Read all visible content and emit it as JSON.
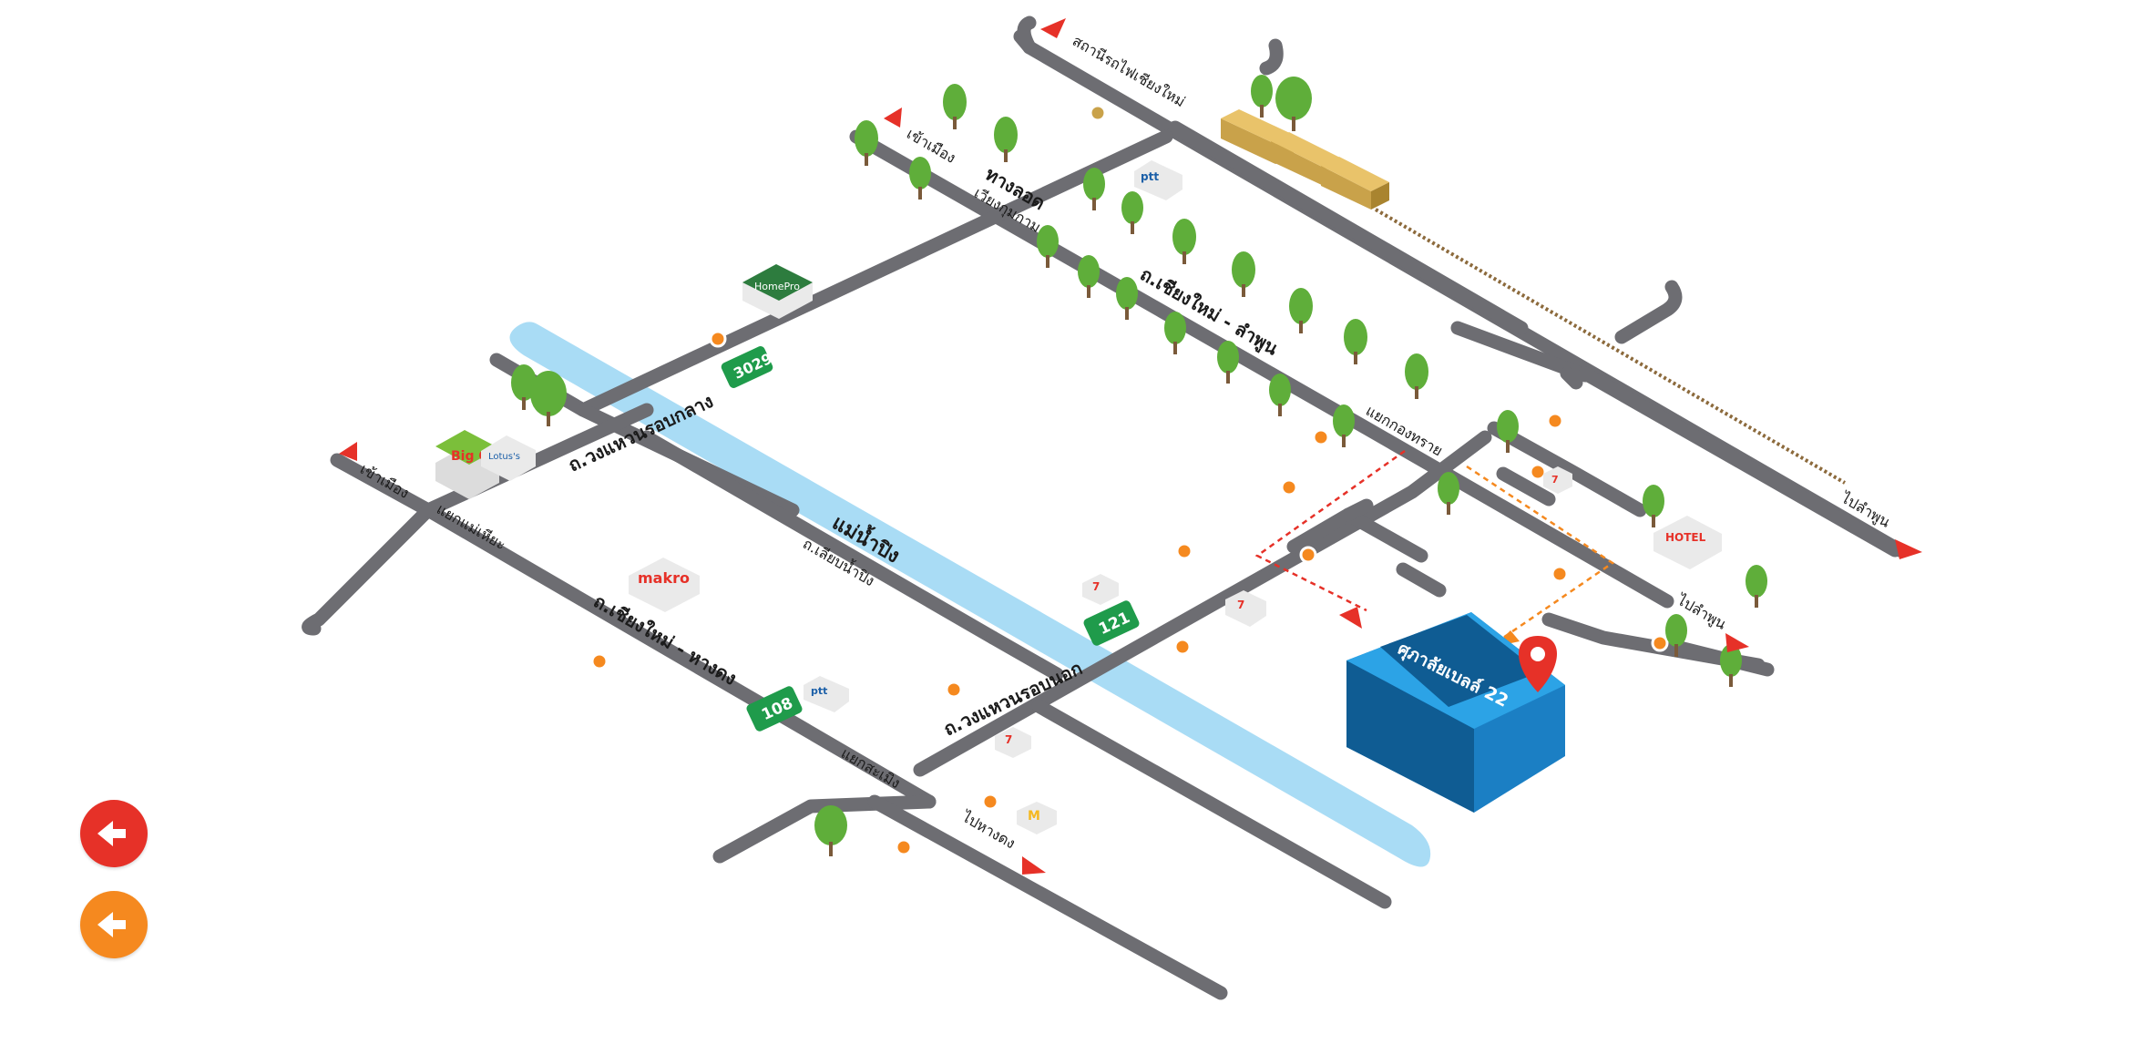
{
  "labels": {
    "station": "สถานีรถไฟเชียงใหม่",
    "to_city_top": "เข้าเมือง",
    "to_city_left": "เข้าเมือง",
    "underpass": "ทางลอด",
    "underpass_sub": "เวียงกุมกาม",
    "road_cm_lamphun": "ถ.เชียงใหม่ - ลำพูน",
    "middle_ring": "ถ.วงแหวนรอบกลาง",
    "outer_ring": "ถ.วงแหวนรอบนอก",
    "river": "แม่น้ำปิง",
    "river_road": "ถ.เลียบน้ำปิง",
    "road_cm_hangdong": "ถ.เชียงใหม่ - หางดง",
    "junction_mae_hia": "แยกแม่เหียะ",
    "junction_kong_sai": "แยกกองทราย",
    "junction_sameng": "แยกสะเมิง",
    "to_lamphun_top": "ไปลำพูน",
    "to_lamphun_mid": "ไปลำพูน",
    "to_hangdong": "ไปหางดง",
    "route_3029": "3029",
    "route_121": "121",
    "route_108": "108",
    "project_name": "ศุภาลัยเบลล์ 22",
    "brand_big_c": "Big C",
    "brand_makro": "makro",
    "brand_ptt": "ptt",
    "brand_homepro": "HomePro",
    "brand_lotus": "Lotus's",
    "brand_711": "7",
    "brand_mcd": "M",
    "brand_hotel": "HOTEL"
  },
  "colors": {
    "river": "#a9dcf5",
    "road": "#6d6d72",
    "arrow_red": "#e63128",
    "arrow_orange": "#f5891f",
    "route_green": "#1f9b4b",
    "building_blue": "#1b7fc4",
    "tree_green": "#5fae3a"
  },
  "nav": {
    "back_red_icon": "arrow-left-icon",
    "back_orange_icon": "arrow-left-icon"
  }
}
